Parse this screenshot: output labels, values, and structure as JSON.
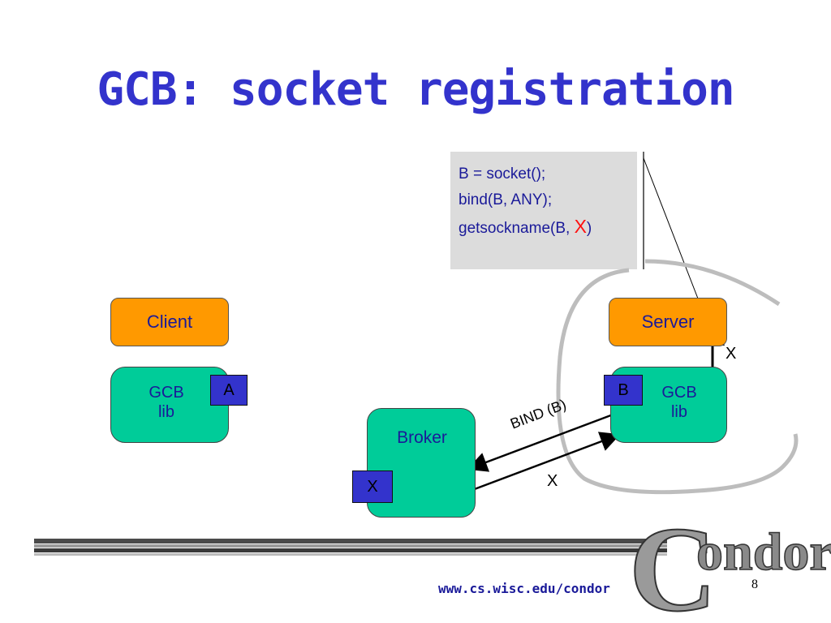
{
  "slide": {
    "title": "GCB: socket registration",
    "code_lines": [
      "B = socket();",
      "bind(B, ANY);"
    ],
    "code_line3_prefix": "getsockname(B, ",
    "code_line3_highlight": "X",
    "code_line3_suffix": ")",
    "client_label": "Client",
    "server_label": "Server",
    "client_gcb_line1": "GCB",
    "client_gcb_line2": "lib",
    "client_socket": "A",
    "server_gcb_line1": "GCB",
    "server_gcb_line2": "lib",
    "server_socket": "B",
    "broker_label": "Broker",
    "broker_socket": "X",
    "bind_message": "BIND (B)",
    "reply_message": "X",
    "server_arrow_label": "X",
    "url": "www.cs.wisc.edu/condor",
    "page_number": "8",
    "logo_text": "ondor",
    "logo_initial": "C"
  },
  "colors": {
    "title": "#3333cc",
    "process_box": "#ff9900",
    "library_box": "#00cc99",
    "socket_box": "#3333cc",
    "highlight": "#ff1111"
  }
}
